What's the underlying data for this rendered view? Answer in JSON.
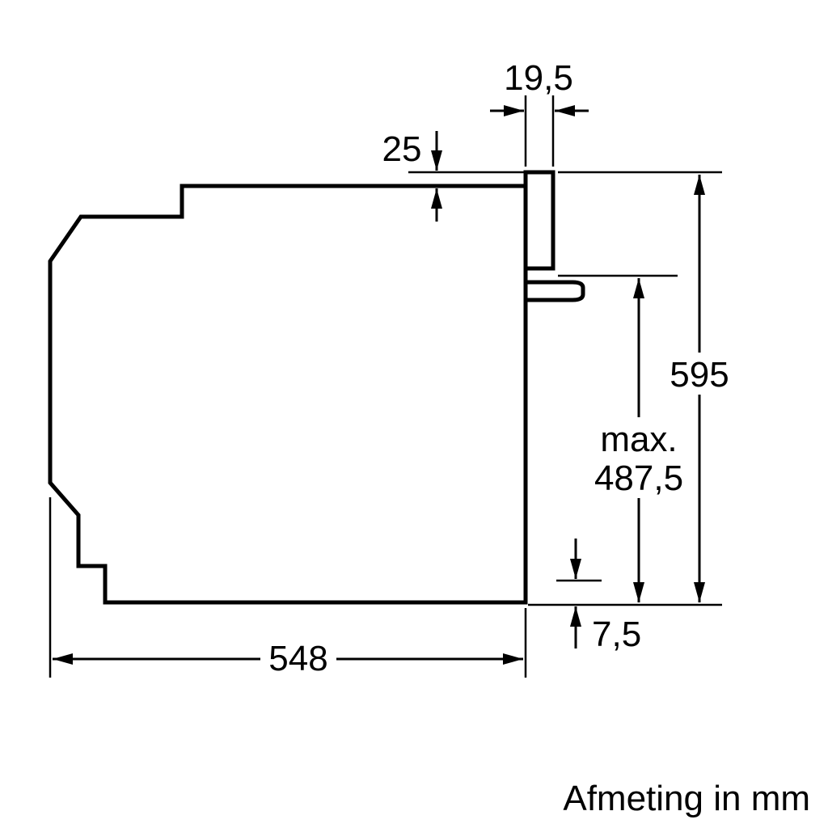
{
  "diagram": {
    "unit": "mm",
    "labels": {
      "panel_projection": "19,5",
      "top_frame": "25",
      "appliance_height": "595",
      "max_prefix": "max.",
      "max_value": "487,5",
      "bottom_clearance": "7,5",
      "appliance_depth": "548",
      "caption": "Afmeting in mm"
    },
    "colors": {
      "line": "#000000",
      "text": "#000000",
      "background": "#ffffff"
    }
  }
}
